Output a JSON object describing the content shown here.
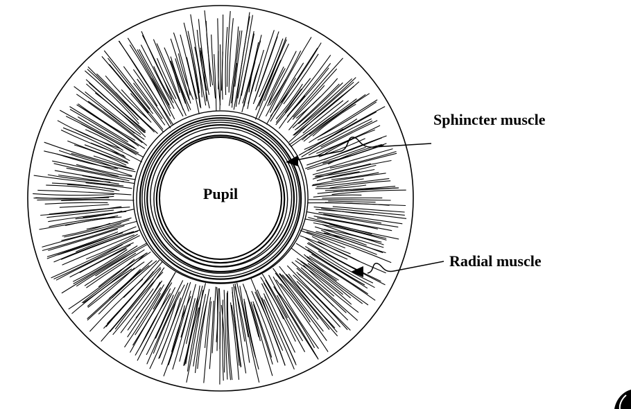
{
  "diagram": {
    "labels": {
      "pupil": "Pupil",
      "sphincter": "Sphincter muscle",
      "radial": "Radial muscle"
    },
    "colors": {
      "ink": "#000000",
      "background": "#ffffff"
    }
  }
}
